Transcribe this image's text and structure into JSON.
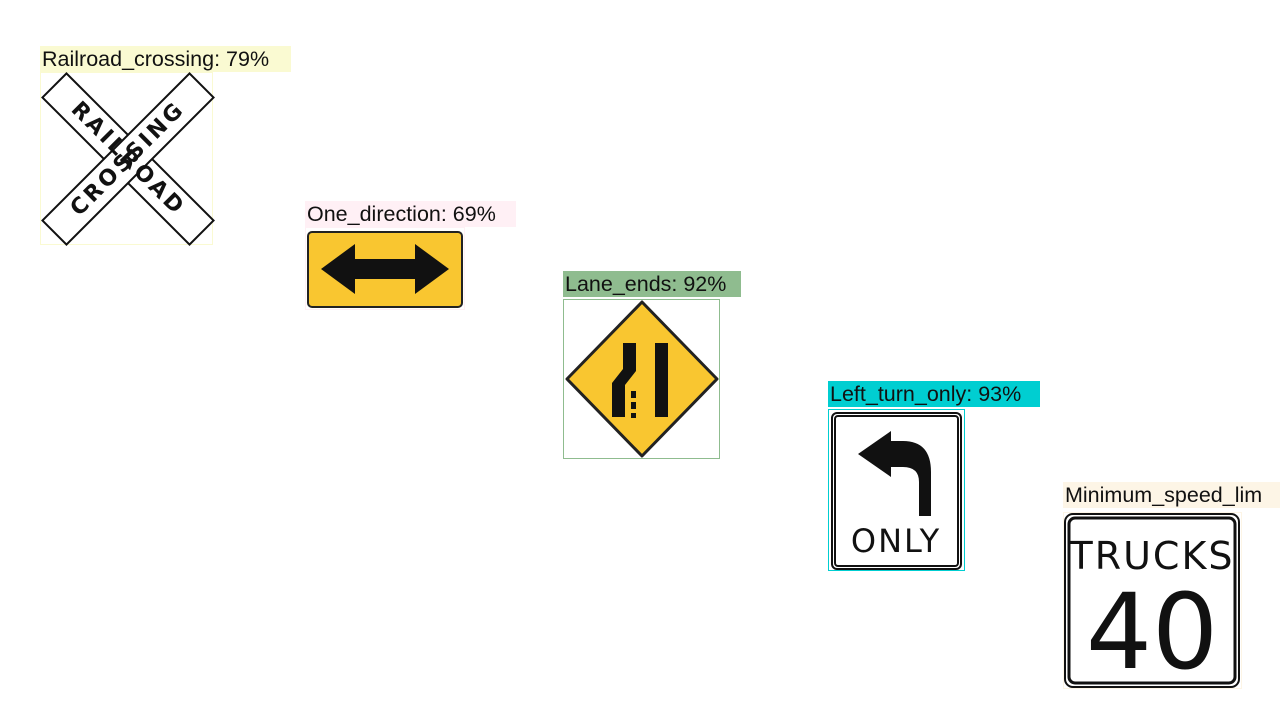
{
  "detections": [
    {
      "label": "Railroad_crossing: 79%",
      "class": "Railroad_crossing",
      "score": "79%",
      "color": "#fafad2"
    },
    {
      "label": "One_direction: 69%",
      "class": "One_direction",
      "score": "69%",
      "color": "#fff0f5"
    },
    {
      "label": "Lane_ends: 92%",
      "class": "Lane_ends",
      "score": "92%",
      "color": "#8fbc8f"
    },
    {
      "label": "Left_turn_only: 93%",
      "class": "Left_turn_only",
      "score": "93%",
      "color": "#00ced1"
    },
    {
      "label": "Minimum_speed_lim",
      "class": "Minimum_speed_limit",
      "score": "",
      "color": "#fdf5e6"
    }
  ],
  "signs": {
    "railroad": {
      "word1": "RAILROAD",
      "word2": "CROSSING"
    },
    "left_turn": {
      "text": "ONLY"
    },
    "min_speed": {
      "line1": "TRUCKS",
      "line2": "40"
    }
  }
}
